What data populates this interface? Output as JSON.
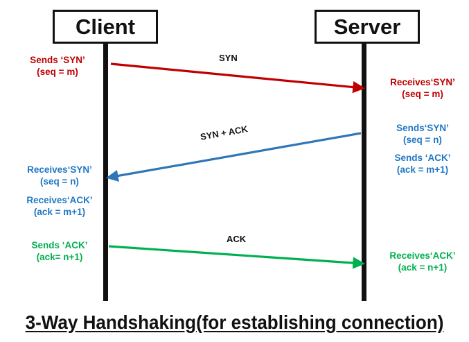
{
  "diagram": {
    "caption": "3-Way Handshaking(for establishing connection)",
    "nodes": {
      "client": "Client",
      "server": "Server"
    },
    "arrow_labels": {
      "syn": "SYN",
      "syn_ack": "SYN + ACK",
      "ack": "ACK"
    },
    "colors": {
      "syn": "#c00000",
      "syn_ack": "#1f77c4",
      "ack": "#00b050",
      "lifeline": "#111111",
      "text": "#111111"
    },
    "notes": {
      "client_sends_syn": {
        "line1": "Sends ‘SYN’",
        "line2": "(seq = m)"
      },
      "server_receives_syn": {
        "line1": "Receives‘SYN’",
        "line2": "(seq = m)"
      },
      "server_sends_syn": {
        "line1": "Sends‘SYN’",
        "line2": "(seq = n)"
      },
      "server_sends_ack": {
        "line1": "Sends ‘ACK’",
        "line2": "(ack = m+1)"
      },
      "client_receives_syn": {
        "line1": "Receives‘SYN’",
        "line2": "(seq = n)"
      },
      "client_receives_ack": {
        "line1": "Receives‘ACK’",
        "line2": "(ack = m+1)"
      },
      "client_sends_ack": {
        "line1": "Sends ‘ACK’",
        "line2": "(ack= n+1)"
      },
      "server_receives_ack": {
        "line1": "Receives‘ACK’",
        "line2": "(ack = n+1)"
      }
    }
  }
}
